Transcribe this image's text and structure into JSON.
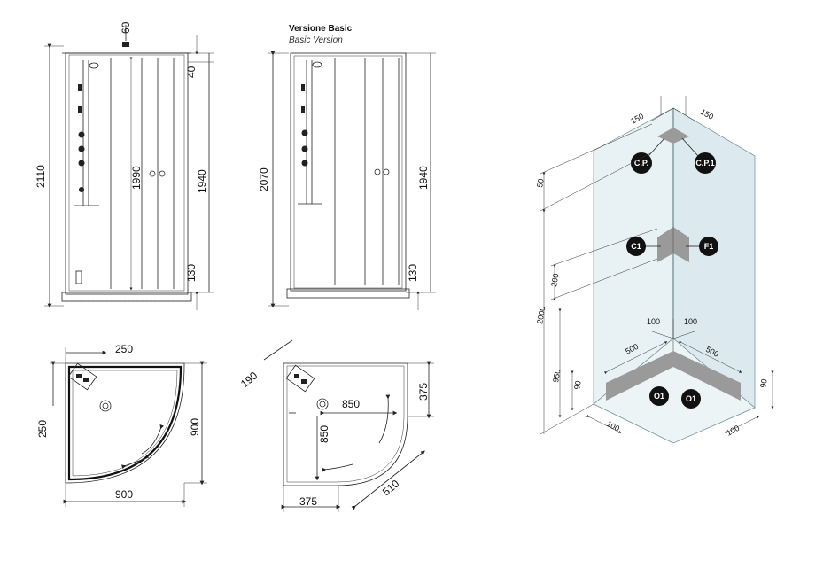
{
  "titles": {
    "version_it": "Versione Basic",
    "version_en": "Basic Version"
  },
  "front_view": {
    "top": "60",
    "total_height": "2110",
    "inner_height": "1990",
    "door_height": "1940",
    "top_gap": "40",
    "bottom_gap": "130"
  },
  "basic_view": {
    "total_height": "2070",
    "door_height": "1940",
    "bottom_gap": "130"
  },
  "plan_left": {
    "drain_x": "250",
    "drain_y": "250",
    "width": "900",
    "depth": "900"
  },
  "plan_right": {
    "diag": "190",
    "inner_w": "850",
    "inner_d": "850",
    "side_top": "375",
    "side_bottom": "375",
    "entry": "510"
  },
  "iso": {
    "w150_left": "150",
    "w150_right": "150",
    "d50": "50",
    "d200": "200",
    "d2000": "2000",
    "d950": "950",
    "d90_left": "90",
    "d90_right": "90",
    "d100_l": "100",
    "d100_r": "100",
    "d500_l": "500",
    "d500_r": "500",
    "base100_l": "100",
    "base100_r": "100",
    "markers": {
      "cp": "C.P.",
      "cp1": "C.P.1",
      "c1": "C1",
      "f1": "F1",
      "o1_left": "O1",
      "o1_right": "O1"
    }
  },
  "colors": {
    "glass": "#e8f1f4",
    "zone": "#9a9a9a",
    "marker": "#111111"
  }
}
